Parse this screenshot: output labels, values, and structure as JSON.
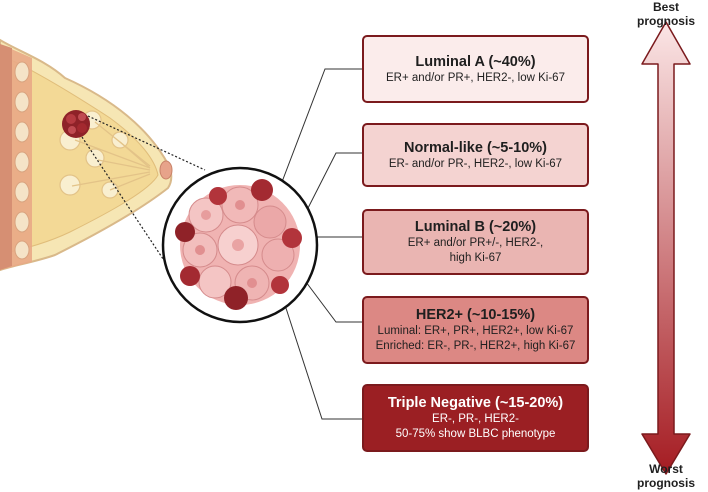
{
  "subtypes": [
    {
      "title": "Luminal A (~40%)",
      "lines": [
        "ER+ and/or PR+, HER2-, low Ki-67"
      ],
      "fill": "#fbeceb"
    },
    {
      "title": "Normal-like (~5-10%)",
      "lines": [
        "ER- and/or PR-, HER2-, low Ki-67"
      ],
      "fill": "#f4d3d1"
    },
    {
      "title": "Luminal B (~20%)",
      "lines": [
        "ER+ and/or PR+/-, HER2-,",
        "high Ki-67"
      ],
      "fill": "#eab5b2"
    },
    {
      "title": "HER2+ (~10-15%)",
      "lines": [
        "Luminal: ER+, PR+, HER2+, low Ki-67",
        "Enriched: ER-, PR-, HER2+, high Ki-67"
      ],
      "fill": "#dc8884"
    },
    {
      "title": "Triple Negative (~15-20%)",
      "lines": [
        "ER-, PR-, HER2-",
        "50-75% show BLBC phenotype"
      ],
      "fill": "#9b1f23"
    }
  ],
  "arrow": {
    "top_label": "Best prognosis",
    "bottom_label": "Worst prognosis",
    "top_color": "#fbe6e6",
    "bottom_color": "#a51c22"
  },
  "colors": {
    "box_border": "#7b1a1d",
    "tumor": "#9e2b30",
    "skin": "#f5e0a6"
  }
}
